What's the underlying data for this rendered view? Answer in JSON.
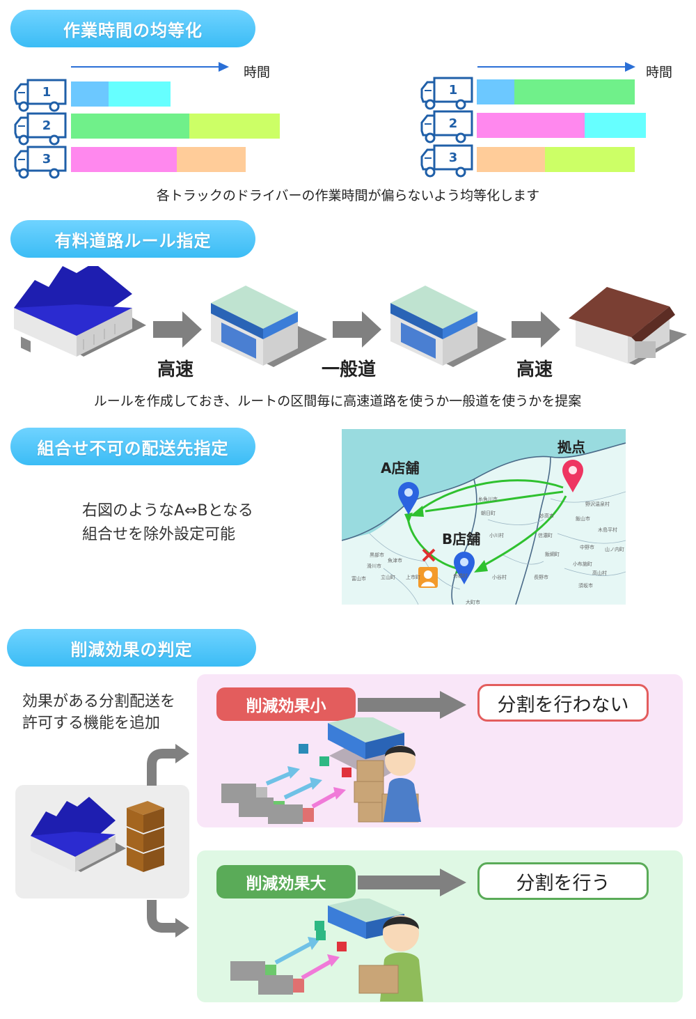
{
  "sections": {
    "equalize": {
      "title": "作業時間の均等化",
      "axis_label": "時間",
      "truck_numbers": [
        "1",
        "2",
        "3"
      ],
      "caption": "各トラックのドライバーの作業時間が偏らないよう均等化します"
    },
    "toll": {
      "title": "有料道路ルール指定",
      "route_labels": [
        "高速",
        "一般道",
        "高速"
      ],
      "caption": "ルールを作成しておき、ルートの区間毎に高速道路を使うか一般道を使うかを提案"
    },
    "combo": {
      "title": "組合せ不可の配送先指定",
      "description_line1": "右図のようなA⇔Bとなる",
      "description_line2": "組合せを除外設定可能",
      "map": {
        "store_a": "A店舗",
        "store_b": "B店舗",
        "base": "拠点",
        "place_names": [
          "糸魚川市",
          "妙高市",
          "飯山市",
          "野沢温泉村",
          "木島平村",
          "山ノ内町",
          "中野市",
          "小布施町",
          "高山村",
          "須坂市",
          "長野市",
          "小川村",
          "大町市",
          "信濃町",
          "飯綱町",
          "小谷村",
          "上市町",
          "立山町",
          "富山市",
          "滑川市",
          "魚津市",
          "黒部市",
          "朝日町",
          "舟橋村"
        ]
      }
    },
    "reduction": {
      "title": "削減効果の判定",
      "intro_line1": "効果がある分割配送を",
      "intro_line2": "許可する機能を追加",
      "small": {
        "tag": "削減効果小",
        "result": "分割を行わない"
      },
      "large": {
        "tag": "削減効果大",
        "result": "分割を行う"
      }
    }
  },
  "colors": {
    "pill": "#3bbcf5",
    "arrow_blue": "#2a6fd6",
    "bar_blue": "#6cc8ff",
    "bar_cyan": "#66ffff",
    "bar_green": "#70f08a",
    "bar_lime": "#ccff66",
    "bar_pink": "#ff88ee",
    "bar_peach": "#ffcc99",
    "small_tag": "#e35d5d",
    "large_tag": "#5aab58",
    "small_panel": "#f9e6f8",
    "large_panel": "#dff8e4"
  }
}
